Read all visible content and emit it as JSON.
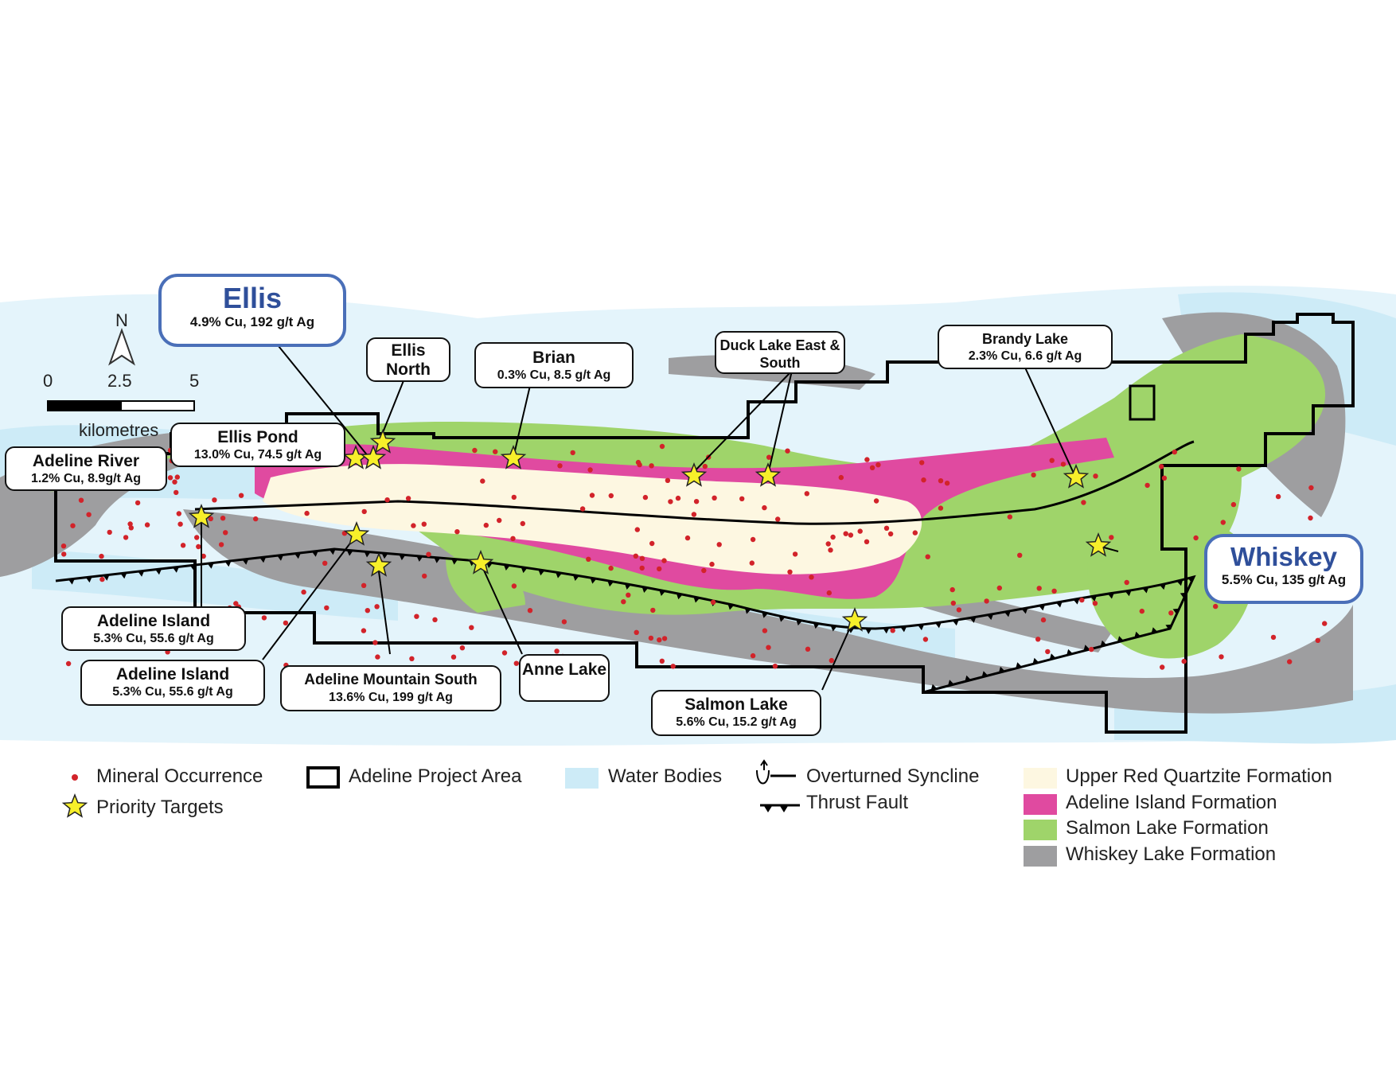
{
  "map": {
    "targets": [
      {
        "name": "Ellis",
        "grade": "4.9% Cu, 192 g/t Ag",
        "highlight": true
      },
      {
        "name": "Ellis North",
        "grade": ""
      },
      {
        "name": "Brian",
        "grade": "0.3% Cu, 8.5 g/t Ag"
      },
      {
        "name": "Duck Lake East & South",
        "grade": ""
      },
      {
        "name": "Brandy Lake",
        "grade": "2.3% Cu, 6.6 g/t Ag"
      },
      {
        "name": "Ellis Pond",
        "grade": "13.0% Cu, 74.5 g/t Ag"
      },
      {
        "name": "Adeline River",
        "grade": "1.2% Cu, 8.9g/t Ag"
      },
      {
        "name": "Whiskey",
        "grade": "5.5% Cu, 135 g/t Ag",
        "highlight": true
      },
      {
        "name": "Adeline Island",
        "grade": "5.3% Cu, 55.6 g/t Ag"
      },
      {
        "name": "Adeline Island",
        "grade": "5.3% Cu, 55.6 g/t Ag"
      },
      {
        "name": "Adeline Mountain South",
        "grade": "13.6% Cu, 199 g/t Ag"
      },
      {
        "name": "Anne Lake",
        "grade": ""
      },
      {
        "name": "Salmon Lake",
        "grade": "5.6% Cu, 15.2 g/t Ag"
      }
    ],
    "north_label": "N",
    "scale": {
      "ticks": [
        "0",
        "2.5",
        "5"
      ],
      "unit": "kilometres"
    },
    "legend": [
      {
        "label": "Mineral Occurrence",
        "symbol": "red-dot",
        "color": "#d2232a"
      },
      {
        "label": "Priority Targets",
        "symbol": "yellow-star",
        "color": "#f7ef2a"
      },
      {
        "label": "Adeline Project Area",
        "symbol": "black-outline",
        "color": "#000000"
      },
      {
        "label": "Water Bodies",
        "symbol": "fill",
        "color": "#cdebf7"
      },
      {
        "label": "Overturned Syncline",
        "symbol": "syncline-line",
        "color": "#000000"
      },
      {
        "label": "Thrust Fault",
        "symbol": "thrust-line",
        "color": "#000000"
      },
      {
        "label": "Upper Red Quartzite Formation",
        "symbol": "fill",
        "color": "#fdf7e1"
      },
      {
        "label": "Adeline Island Formation",
        "symbol": "fill",
        "color": "#e04aa0"
      },
      {
        "label": "Salmon Lake Formation",
        "symbol": "fill",
        "color": "#9fd46a"
      },
      {
        "label": "Whiskey Lake Formation",
        "symbol": "fill",
        "color": "#9e9ea0"
      }
    ]
  }
}
